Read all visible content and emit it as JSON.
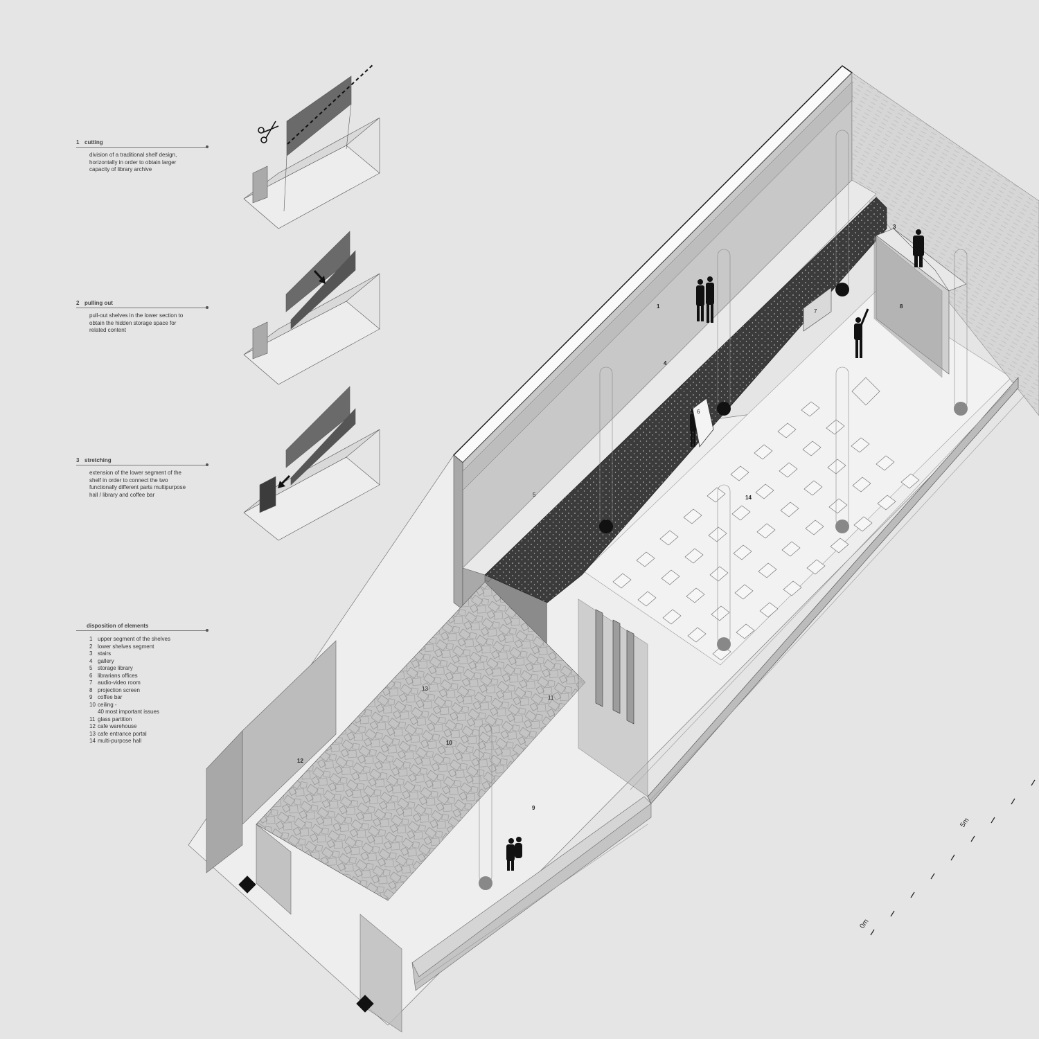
{
  "steps": [
    {
      "num": "1",
      "title": "cutting",
      "text": "division of a traditional shelf design, horizontally in order to obtain larger capacity of library archive"
    },
    {
      "num": "2",
      "title": "pulling out",
      "text": "pull-out shelves in the lower section to obtain the hidden storage space for related content"
    },
    {
      "num": "3",
      "title": "stretching",
      "text": "extension of the lower segment of the shelf in order to connect the two functionally different parts multipurpose hall / library and coffee bar"
    }
  ],
  "disposition": {
    "title": "disposition of elements",
    "items": [
      {
        "n": "1",
        "label": "upper segment of the shelves"
      },
      {
        "n": "2",
        "label": "lower shelves segment"
      },
      {
        "n": "3",
        "label": "stairs"
      },
      {
        "n": "4",
        "label": "gallery"
      },
      {
        "n": "5",
        "label": "storage library"
      },
      {
        "n": "6",
        "label": "librarians offices"
      },
      {
        "n": "7",
        "label": "audio-video room"
      },
      {
        "n": "8",
        "label": "projection screen"
      },
      {
        "n": "9",
        "label": "coffee bar"
      },
      {
        "n": "10",
        "label": "ceiling -"
      },
      {
        "n": "",
        "label": "40 most important issues"
      },
      {
        "n": "11",
        "label": "glass partition"
      },
      {
        "n": "12",
        "label": "cafe warehouse"
      },
      {
        "n": "13",
        "label": "cafe entrance portal"
      },
      {
        "n": "14",
        "label": "multi-purpose hall"
      }
    ]
  },
  "plan_labels": {
    "l1": "1",
    "l3": "3",
    "l4": "4",
    "l5": "5",
    "l6": "6",
    "l7": "7",
    "l8": "8",
    "l9": "9",
    "l10": "10",
    "l11": "11",
    "l12": "12",
    "l13": "13",
    "l14": "14"
  },
  "scale": {
    "start": "0m",
    "end": "5m"
  },
  "colors": {
    "background": "#e5e5e5",
    "shelf_dark": "#3a3a3a",
    "wall": "#c9c9c9"
  }
}
